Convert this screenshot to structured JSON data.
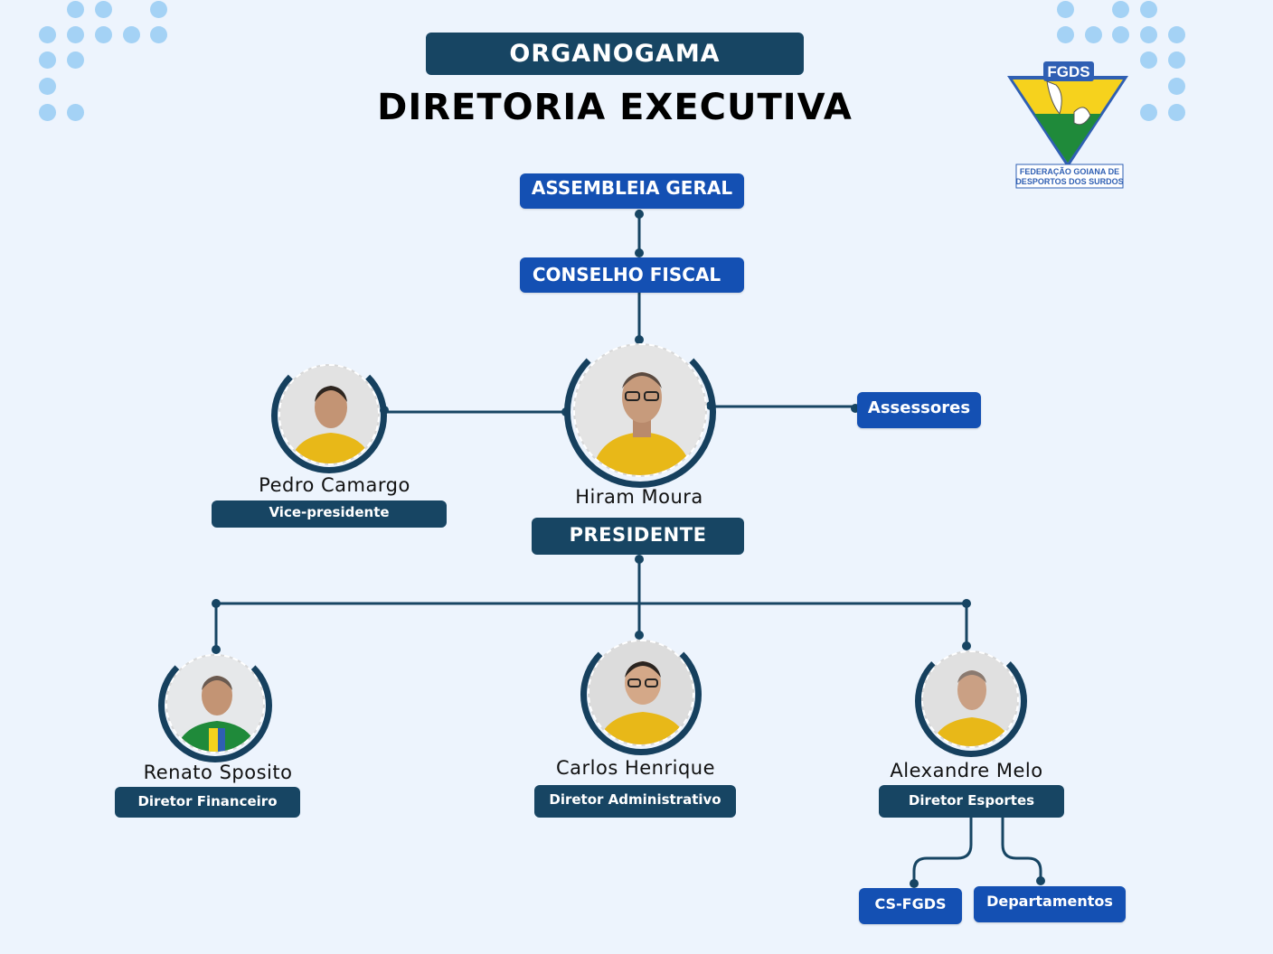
{
  "header": {
    "subtitle": "ORGANOGAMA",
    "title": "DIRETORIA EXECUTIVA"
  },
  "logo": {
    "acronym": "FGDS",
    "name_line1": "FEDERAÇÃO GOIANA DE",
    "name_line2": "DESPORTOS DOS SURDOS"
  },
  "bodies": {
    "assembleia": "ASSEMBLEIA GERAL",
    "conselho": "CONSELHO FISCAL",
    "assessores": "Assessores"
  },
  "people": {
    "president": {
      "name": "Hiram Moura",
      "role": "PRESIDENTE",
      "shirt": "yellow"
    },
    "vice": {
      "name": "Pedro Camargo",
      "role": "Vice-presidente",
      "shirt": "yellow"
    },
    "financeiro": {
      "name": "Renato Sposito",
      "role": "Diretor Financeiro",
      "shirt": "green"
    },
    "administrativo": {
      "name": "Carlos Henrique",
      "role": "Diretor Administrativo",
      "shirt": "yellow"
    },
    "esportes": {
      "name": "Alexandre Melo",
      "role": "Diretor Esportes",
      "shirt": "yellow"
    }
  },
  "sub_units": {
    "cs": "CS-FGDS",
    "departamentos": "Departamentos"
  },
  "colors": {
    "background": "#edf4fd",
    "dark_navy": "#174563",
    "royal_blue": "#1450b3",
    "dot_blue": "#a4d2f5",
    "shirt_yellow": "#e8b818",
    "shirt_green": "#1f8a3a"
  }
}
